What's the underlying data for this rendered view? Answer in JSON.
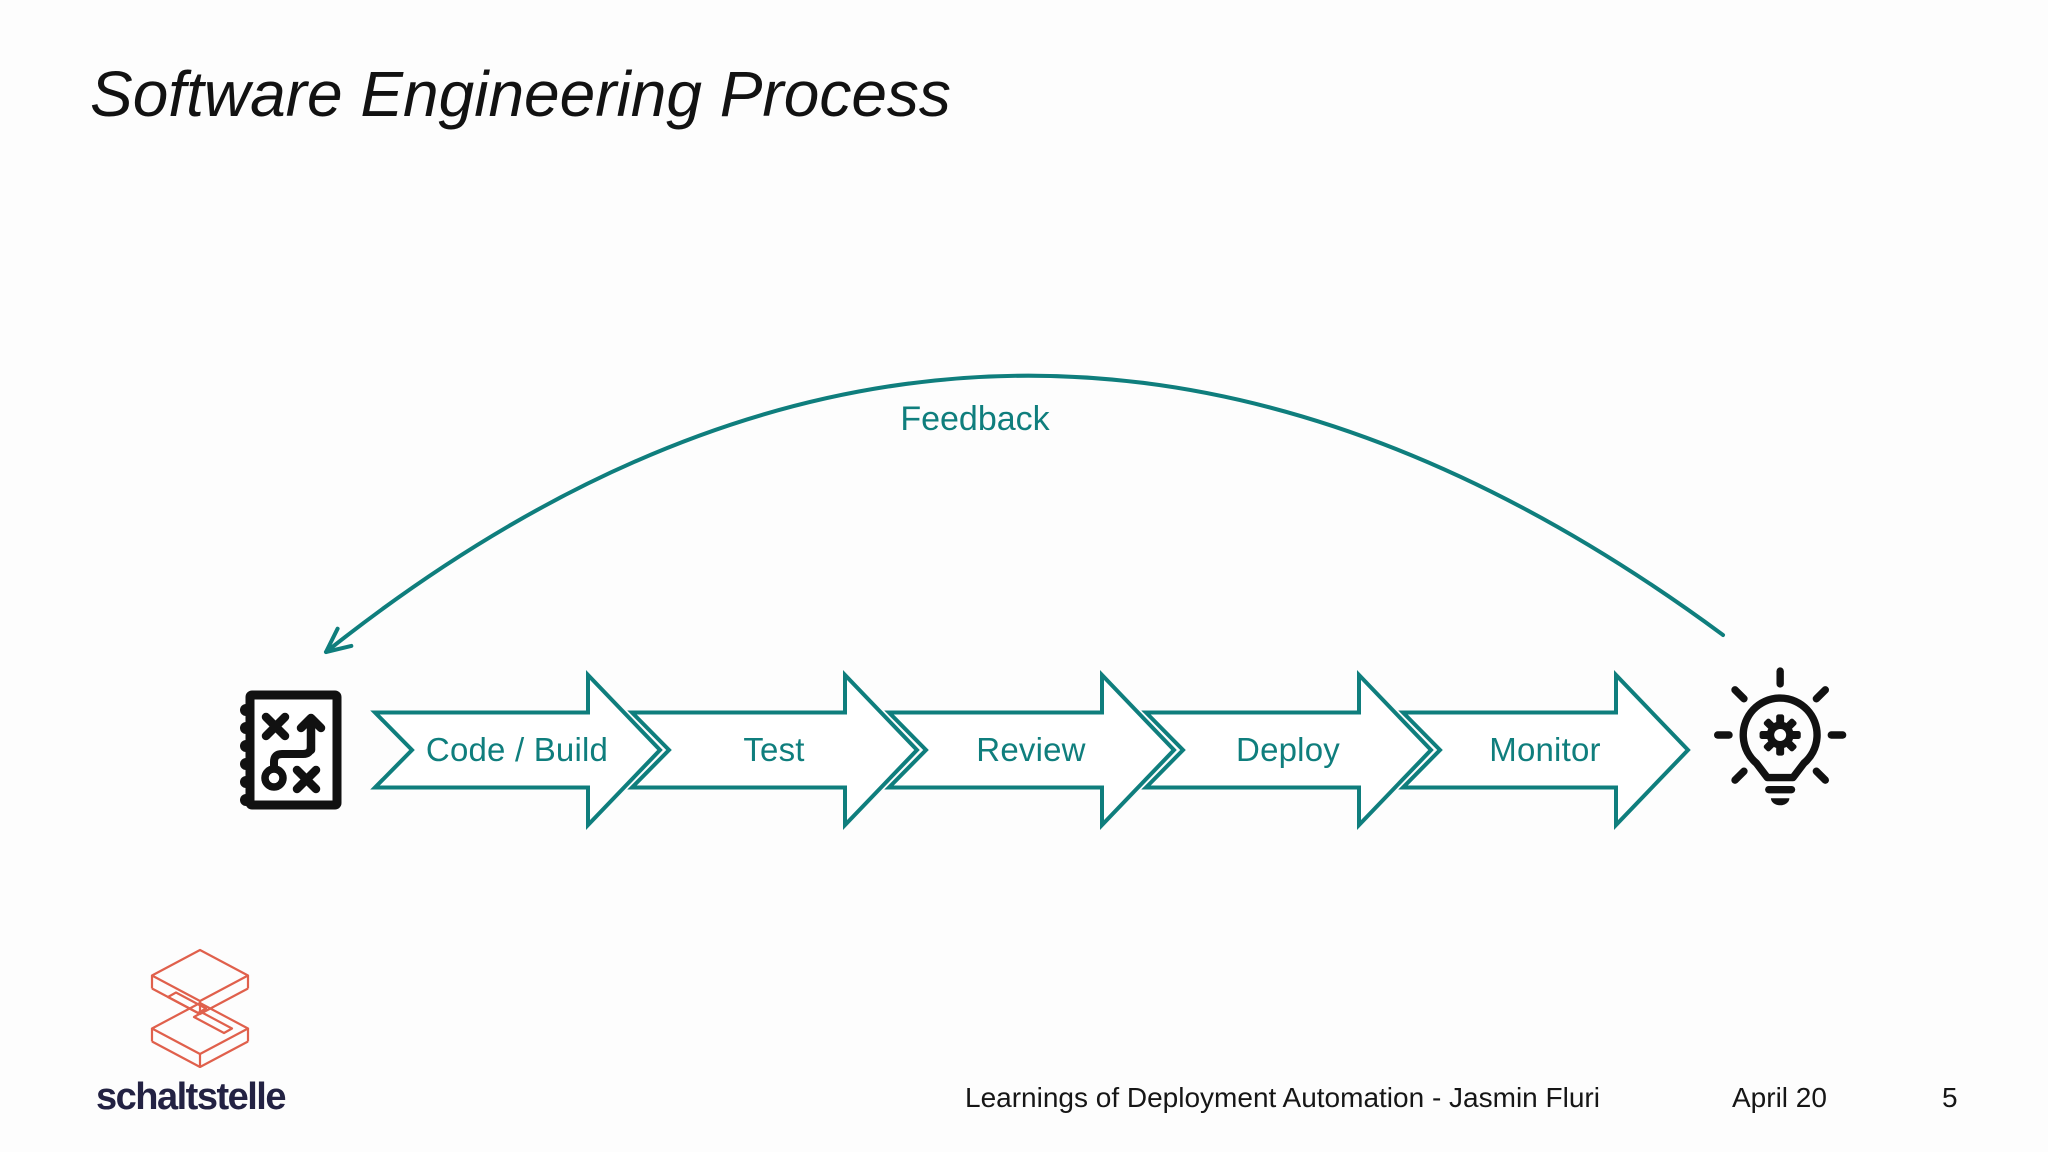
{
  "slide": {
    "title": "Software Engineering Process",
    "diagram": {
      "feedback_label": "Feedback",
      "steps": [
        "Code / Build",
        "Test",
        "Review",
        "Deploy",
        "Monitor"
      ],
      "start_icon": "strategy-notebook-icon",
      "end_icon": "lightbulb-gear-icon"
    },
    "logo": {
      "wordmark": "schaltstelle"
    },
    "footer": {
      "title": "Learnings of Deployment Automation - Jasmin Fluri",
      "date": "April 20",
      "page_number": "5"
    },
    "colors": {
      "accent_teal": "#0f7e7d",
      "logo_red": "#e0604c",
      "logo_navy": "#232243",
      "text_black": "#121212"
    }
  }
}
